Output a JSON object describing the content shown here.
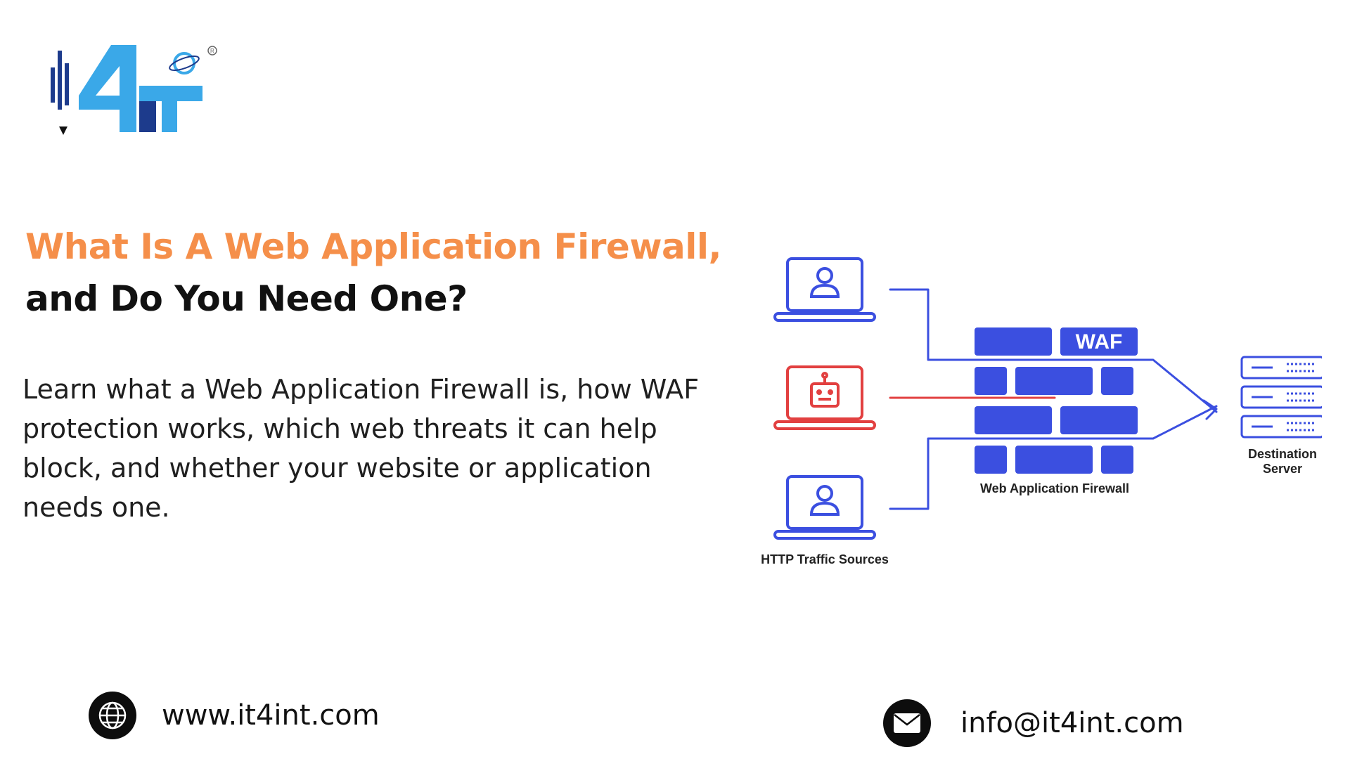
{
  "colors": {
    "accent_orange": "#f58f4a",
    "diagram_blue": "#3b4fe0",
    "threat_red": "#e24040",
    "logo_navy": "#1d3b8c",
    "logo_sky": "#3aa8e8"
  },
  "logo": {
    "icon": "it4int-logo"
  },
  "heading": {
    "line1": "What Is A Web Application Firewall,",
    "line2": "and Do You Need One?"
  },
  "description": "Learn what a Web Application Firewall is, how WAF protection works, which web threats it can help block, and whether your website or application needs one.",
  "diagram": {
    "waf_badge": "WAF",
    "waf_label": "Web Application Firewall",
    "sources_label": "HTTP Traffic Sources",
    "server_label_line1": "Destination",
    "server_label_line2": "Server",
    "icons": [
      "user-laptop-icon",
      "bot-laptop-icon",
      "user-laptop-icon",
      "server-rack-icon"
    ]
  },
  "contact": {
    "website": "www.it4int.com",
    "email": "info@it4int.com",
    "website_icon": "globe-icon",
    "email_icon": "envelope-icon"
  }
}
